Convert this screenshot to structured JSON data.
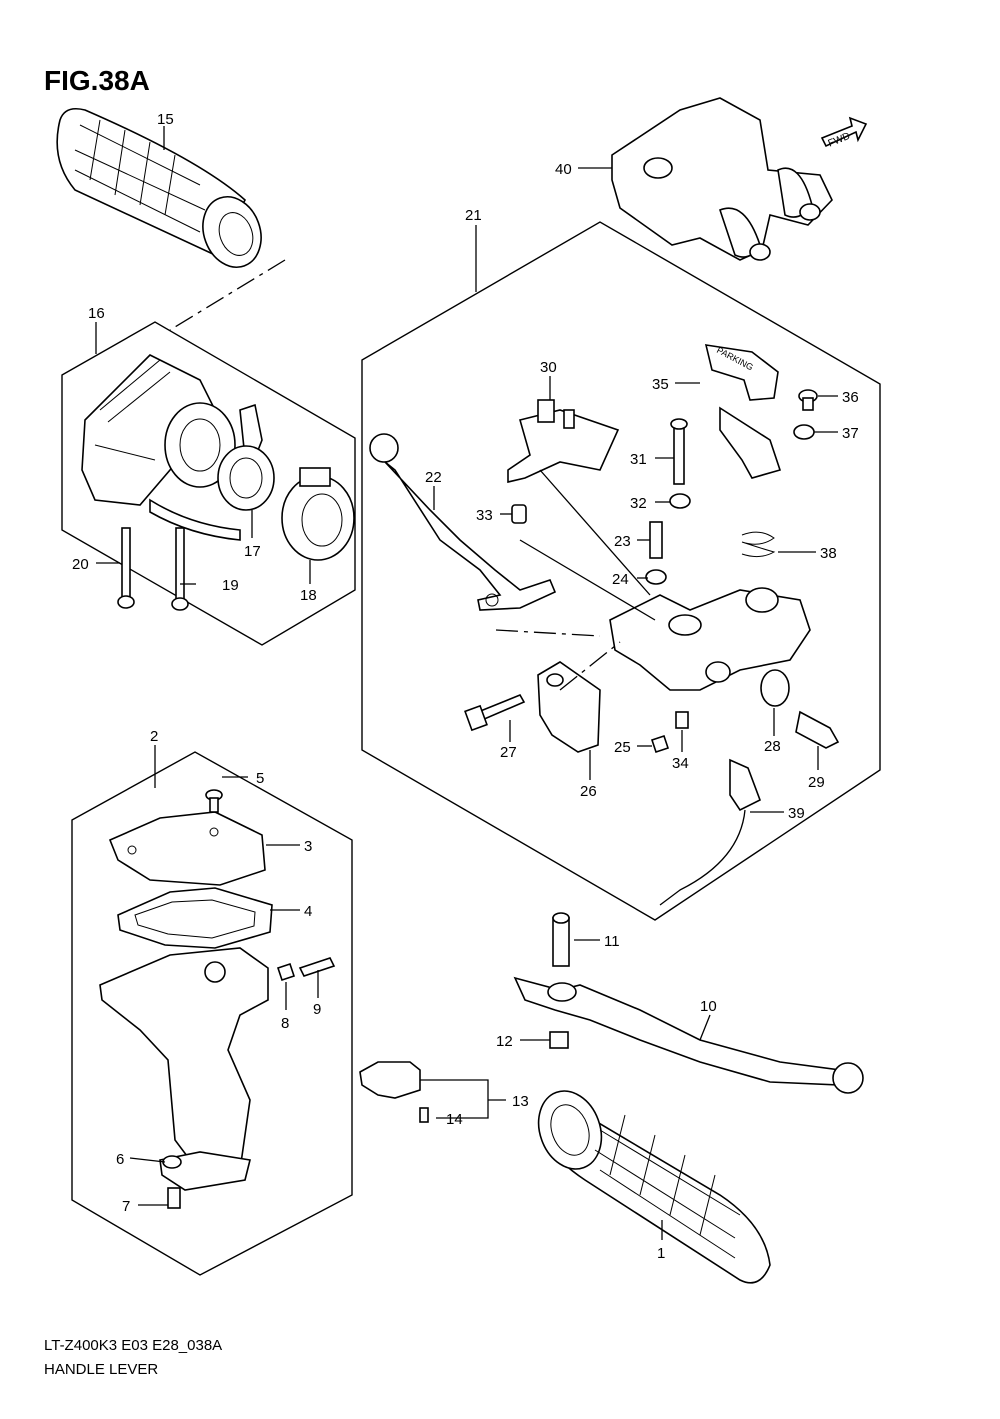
{
  "figure": {
    "title": "FIG.38A",
    "fwd_label": "FWD",
    "parking_label": "PARKING"
  },
  "callouts": [
    {
      "id": "c1",
      "label": "1"
    },
    {
      "id": "c2",
      "label": "2"
    },
    {
      "id": "c3",
      "label": "3"
    },
    {
      "id": "c4",
      "label": "4"
    },
    {
      "id": "c5",
      "label": "5"
    },
    {
      "id": "c6",
      "label": "6"
    },
    {
      "id": "c7",
      "label": "7"
    },
    {
      "id": "c8",
      "label": "8"
    },
    {
      "id": "c9",
      "label": "9"
    },
    {
      "id": "c10",
      "label": "10"
    },
    {
      "id": "c11",
      "label": "11"
    },
    {
      "id": "c12",
      "label": "12"
    },
    {
      "id": "c13",
      "label": "13"
    },
    {
      "id": "c14",
      "label": "14"
    },
    {
      "id": "c15",
      "label": "15"
    },
    {
      "id": "c16",
      "label": "16"
    },
    {
      "id": "c17",
      "label": "17"
    },
    {
      "id": "c18",
      "label": "18"
    },
    {
      "id": "c19",
      "label": "19"
    },
    {
      "id": "c20",
      "label": "20"
    },
    {
      "id": "c21",
      "label": "21"
    },
    {
      "id": "c22",
      "label": "22"
    },
    {
      "id": "c23",
      "label": "23"
    },
    {
      "id": "c24",
      "label": "24"
    },
    {
      "id": "c25",
      "label": "25"
    },
    {
      "id": "c26",
      "label": "26"
    },
    {
      "id": "c27",
      "label": "27"
    },
    {
      "id": "c28",
      "label": "28"
    },
    {
      "id": "c29",
      "label": "29"
    },
    {
      "id": "c30",
      "label": "30"
    },
    {
      "id": "c31",
      "label": "31"
    },
    {
      "id": "c32",
      "label": "32"
    },
    {
      "id": "c33",
      "label": "33"
    },
    {
      "id": "c34",
      "label": "34"
    },
    {
      "id": "c35",
      "label": "35"
    },
    {
      "id": "c36",
      "label": "36"
    },
    {
      "id": "c37",
      "label": "37"
    },
    {
      "id": "c38",
      "label": "38"
    },
    {
      "id": "c39",
      "label": "39"
    },
    {
      "id": "c40",
      "label": "40"
    }
  ],
  "footer": {
    "code": "LT-Z400K3 E03 E28_038A",
    "name": "HANDLE LEVER"
  }
}
